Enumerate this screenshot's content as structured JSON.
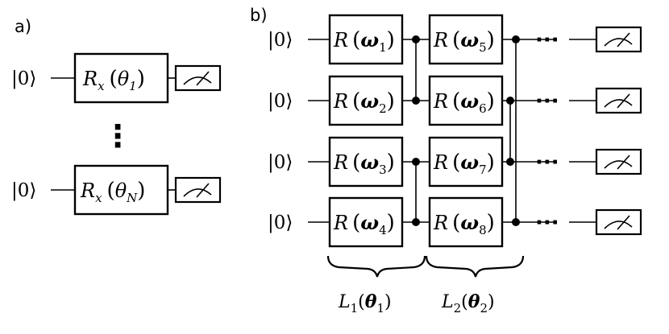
{
  "panel_a": {
    "label": "a)",
    "qubits": [
      {
        "ket": "|0⟩",
        "gate_base": "R",
        "gate_sub": "x",
        "gate_param": "θ",
        "param_sub": "1"
      },
      {
        "ket": "|0⟩",
        "gate_base": "R",
        "gate_sub": "x",
        "gate_param": "θ",
        "param_sub": "N"
      }
    ],
    "ellipsis": "⋮"
  },
  "panel_b": {
    "label": "b)",
    "kets": [
      "|0⟩",
      "|0⟩",
      "|0⟩",
      "|0⟩"
    ],
    "layer1_gates": [
      {
        "base": "R",
        "param": "ω",
        "sub": "1"
      },
      {
        "base": "R",
        "param": "ω",
        "sub": "2"
      },
      {
        "base": "R",
        "param": "ω",
        "sub": "3"
      },
      {
        "base": "R",
        "param": "ω",
        "sub": "4"
      }
    ],
    "layer2_gates": [
      {
        "base": "R",
        "param": "ω",
        "sub": "5"
      },
      {
        "base": "R",
        "param": "ω",
        "sub": "6"
      },
      {
        "base": "R",
        "param": "ω",
        "sub": "7"
      },
      {
        "base": "R",
        "param": "ω",
        "sub": "8"
      }
    ],
    "continuation": "···",
    "layers": [
      {
        "L": "L",
        "L_sub": "1",
        "theta": "θ",
        "theta_sub": "1"
      },
      {
        "L": "L",
        "L_sub": "2",
        "theta": "θ",
        "theta_sub": "2"
      }
    ]
  }
}
